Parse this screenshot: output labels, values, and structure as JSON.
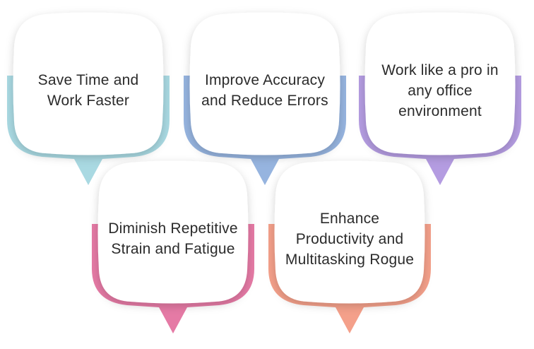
{
  "cards": [
    {
      "label": "Save Time and Work Faster",
      "color": "#a9d9e2"
    },
    {
      "label": "Improve Accuracy and Reduce Errors",
      "color": "#96b4df"
    },
    {
      "label": "Work like a pro in any office environment",
      "color": "#b49ce1"
    },
    {
      "label": "Diminish Repetitive Strain and Fatigue",
      "color": "#e57aa5"
    },
    {
      "label": "Enhance Productivity and Multitasking Rogue",
      "color": "#f4a08a"
    }
  ]
}
